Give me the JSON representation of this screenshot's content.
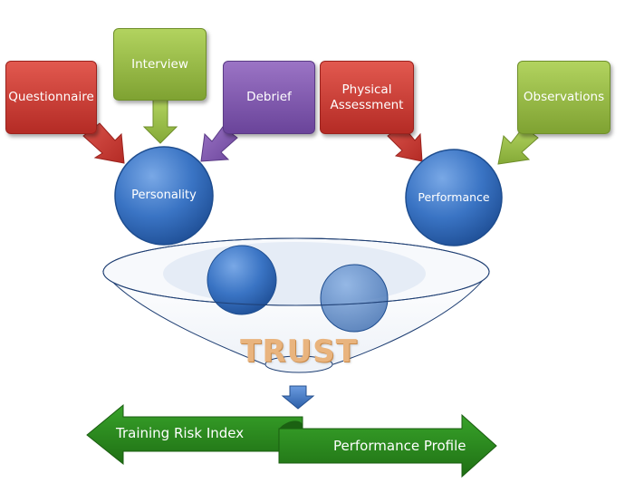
{
  "inputs": {
    "questionnaire": "Questionnaire",
    "interview": "Interview",
    "debrief": "Debrief",
    "physical_assessment": "Physical\nAssessment",
    "observations": "Observations"
  },
  "circles": {
    "personality": "Personality",
    "performance": "Performance"
  },
  "funnel": {
    "label": "TRUST"
  },
  "outputs": {
    "left": "Training Risk Index",
    "right": "Performance Profile"
  },
  "colors": {
    "red": "#c2362f",
    "green": "#93b73f",
    "purple": "#7d55ad",
    "blue": "#2a64b5",
    "trust": "#e9b47e",
    "output_green": "#2f8a1c"
  }
}
